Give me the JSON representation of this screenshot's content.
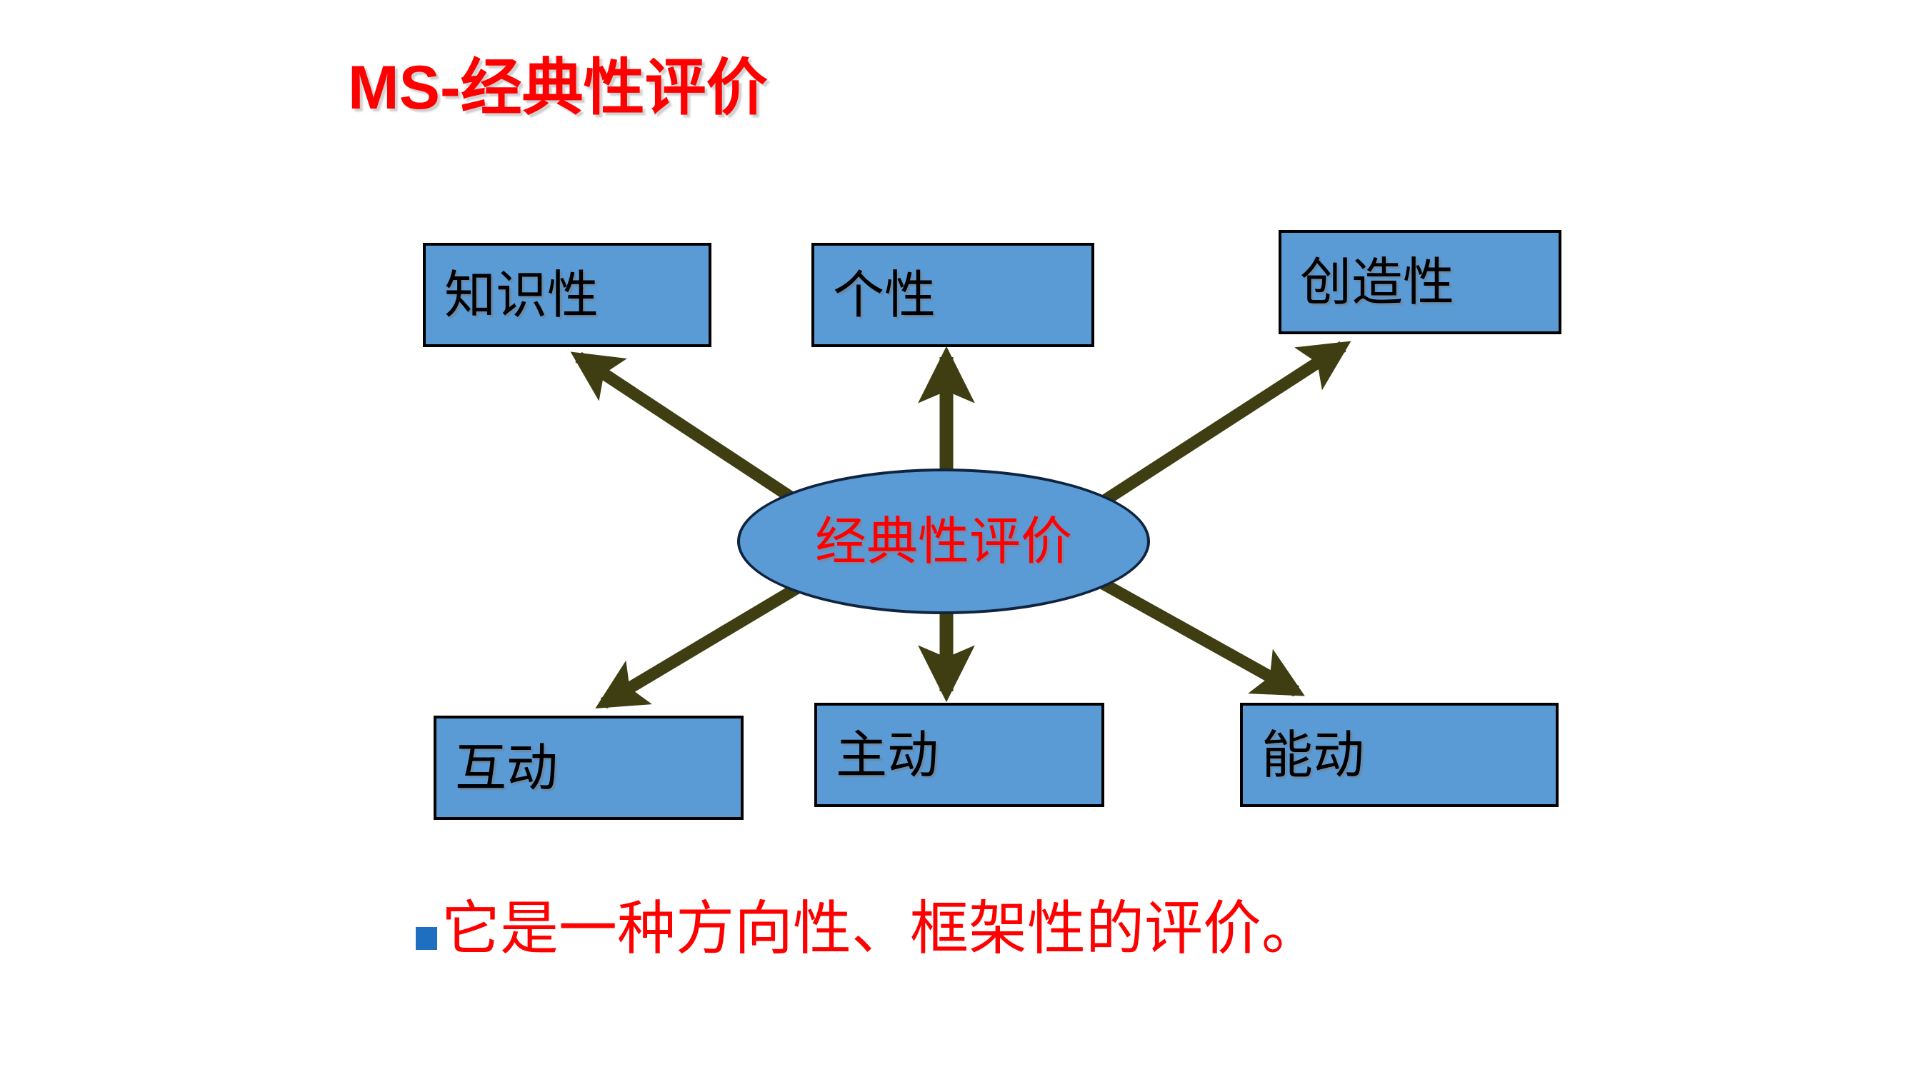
{
  "slide": {
    "title_latin": "MS-",
    "title_cjk": "经典性评价",
    "title_full": "MS-经典性评价",
    "background_color": "#ffffff"
  },
  "colors": {
    "title_text": "#ff0000",
    "box_fill": "#5b9bd5",
    "box_border": "#000000",
    "box_text": "#000000",
    "ellipse_fill": "#5b9bd5",
    "ellipse_border": "#10243f",
    "ellipse_text": "#ff0000",
    "arrow": "#3f3d12",
    "bullet_marker": "#1f6fc0",
    "bullet_text": "#ff0000"
  },
  "diagram": {
    "center": {
      "label": "经典性评价",
      "shape": "ellipse"
    },
    "top_nodes": [
      {
        "label": "知识性"
      },
      {
        "label": "个性"
      },
      {
        "label": "创造性"
      }
    ],
    "bottom_nodes": [
      {
        "label": "互动"
      },
      {
        "label": "主动"
      },
      {
        "label": "能动"
      }
    ],
    "arrows": [
      {
        "from": "经典性评价",
        "to": "知识性",
        "direction": "up-left"
      },
      {
        "from": "经典性评价",
        "to": "个性",
        "direction": "up"
      },
      {
        "from": "经典性评价",
        "to": "创造性",
        "direction": "up-right"
      },
      {
        "from": "经典性评价",
        "to": "互动",
        "direction": "down-left"
      },
      {
        "from": "经典性评价",
        "to": "主动",
        "direction": "down"
      },
      {
        "from": "经典性评价",
        "to": "能动",
        "direction": "down-right"
      }
    ]
  },
  "footer": {
    "bullet_glyph": "■",
    "text": "它是一种方向性、框架性的评价。"
  }
}
